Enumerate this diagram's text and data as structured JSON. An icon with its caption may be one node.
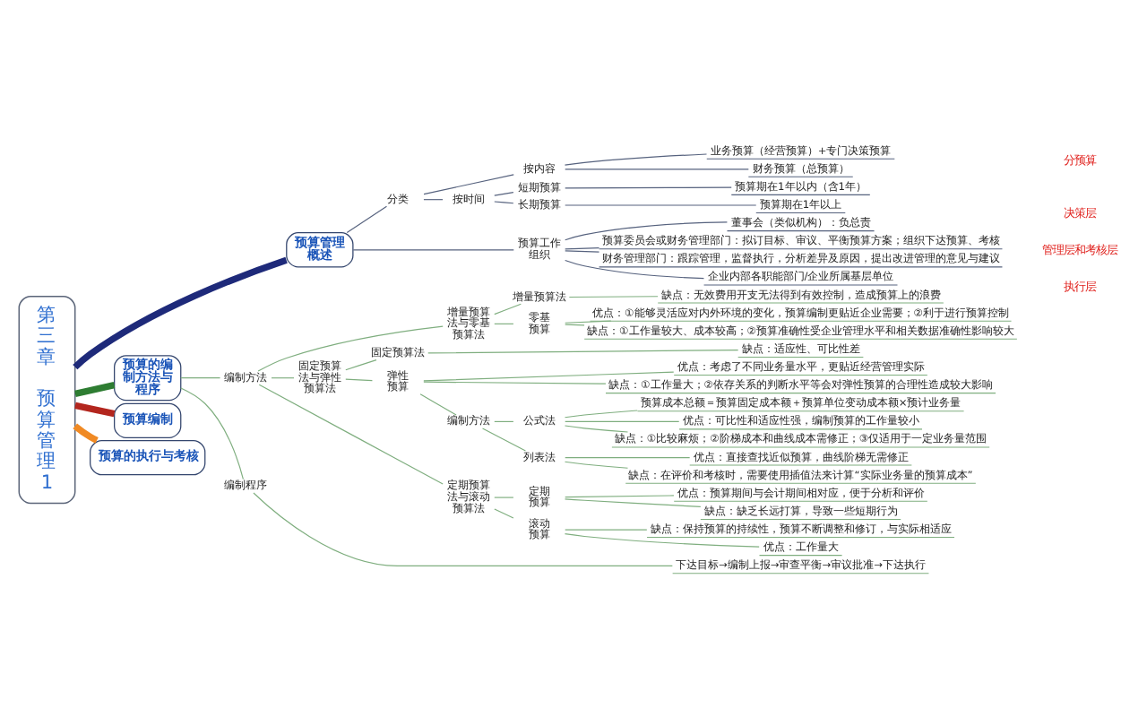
{
  "diagram": {
    "nodes": [
      {
        "text": [
          "第三章预算管理1"
        ]
      },
      {
        "text": [
          "预算管理概述"
        ]
      },
      {
        "text": [
          "分类"
        ]
      },
      {
        "text": [
          "按内容"
        ]
      },
      {
        "text": [
          "业务预算（经营预算）+专门决策预算"
        ]
      },
      {
        "text": [
          "财务预算（总预算）"
        ]
      },
      {
        "text": [
          "按时间"
        ]
      },
      {
        "text": [
          "短期预算"
        ]
      },
      {
        "text": [
          "预算期在1年以内（含1年）"
        ]
      },
      {
        "text": [
          "长期预算"
        ]
      },
      {
        "text": [
          "预算期在1年以上"
        ]
      },
      {
        "text": [
          "预算工作组织"
        ]
      },
      {
        "text": [
          "董事会（类似机构）：负总责"
        ]
      },
      {
        "text": [
          "预算委员会或财务管理部门：拟订目标、审议、平衡预算方案；组织下达预算、考核"
        ]
      },
      {
        "text": [
          "财务管理部门：跟踪管理，监督执行，分析差异及原因，提出改进管理的意见与建议"
        ]
      },
      {
        "text": [
          "企业内部各职能部门/企业所属基层单位"
        ]
      },
      {
        "text": [
          "预算的编制方法与程序"
        ]
      },
      {
        "text": [
          "编制方法"
        ]
      },
      {
        "text": [
          "增量预算法与零基预算法"
        ]
      },
      {
        "text": [
          "增量预算法"
        ]
      },
      {
        "text": [
          "缺点：无效费用开支无法得到有效控制，造成预算上的浪费"
        ]
      },
      {
        "text": [
          "零基预算"
        ]
      },
      {
        "text": [
          "优点：①能够灵活应对内外环境的变化，预算编制更贴近企业需要；②利于进行预算控制"
        ]
      },
      {
        "text": [
          "缺点：①工作量较大、成本较高；②预算准确性受企业管理水平和相关数据准确性影响较大"
        ]
      },
      {
        "text": [
          "固定预算法与弹性预算法"
        ]
      },
      {
        "text": [
          "固定预算法"
        ]
      },
      {
        "text": [
          "缺点：适应性、可比性差"
        ]
      },
      {
        "text": [
          "弹性预算"
        ]
      },
      {
        "text": [
          "优点：考虑了不同业务量水平，更贴近经营管理实际"
        ]
      },
      {
        "text": [
          "缺点：①工作量大；②依存关系的判断水平等会对弹性预算的合理性造成较大影响"
        ]
      },
      {
        "text": [
          "编制方法"
        ]
      },
      {
        "text": [
          "公式法"
        ]
      },
      {
        "text": [
          "预算成本总额＝预算固定成本额＋预算单位变动成本额×预计业务量"
        ]
      },
      {
        "text": [
          "优点：可比性和适应性强，编制预算的工作量较小"
        ]
      },
      {
        "text": [
          "缺点：①比较麻烦；②阶梯成本和曲线成本需修正；③仅适用于一定业务量范围"
        ]
      },
      {
        "text": [
          "列表法"
        ]
      },
      {
        "text": [
          "优点：直接查找近似预算，曲线阶梯无需修正"
        ]
      },
      {
        "text": [
          "缺点：在评价和考核时，需要使用插值法来计算“实际业务量的预算成本”"
        ]
      },
      {
        "text": [
          "定期预算法与滚动预算法"
        ]
      },
      {
        "text": [
          "定期预算"
        ]
      },
      {
        "text": [
          "优点：预算期间与会计期间相对应，便于分析和评价"
        ]
      },
      {
        "text": [
          "缺点：缺乏长远打算，导致一些短期行为"
        ]
      },
      {
        "text": [
          "滚动预算"
        ]
      },
      {
        "text": [
          "缺点：保持预算的持续性，预算不断调整和修订，与实际相适应"
        ]
      },
      {
        "text": [
          "优点：工作量大"
        ]
      },
      {
        "text": [
          "编制程序"
        ]
      },
      {
        "text": [
          "下达目标→编制上报→审查平衡→审议批准→下达执行"
        ]
      },
      {
        "text": [
          "预算编制"
        ]
      },
      {
        "text": [
          "预算的执行与考核"
        ]
      }
    ],
    "edges": [
      {
        "from": 0,
        "to": 1,
        "arrow": "none",
        "style": "thick",
        "color": "#1e2a7a"
      },
      {
        "from": 1,
        "to": 2,
        "arrow": "none",
        "color": "#56627e"
      },
      {
        "from": 2,
        "to": 3,
        "arrow": "none",
        "color": "#56627e"
      },
      {
        "from": 3,
        "to": 4,
        "arrow": "none",
        "color": "#56627e"
      },
      {
        "from": 3,
        "to": 5,
        "arrow": "none",
        "color": "#56627e"
      },
      {
        "from": 2,
        "to": 6,
        "arrow": "none",
        "color": "#56627e"
      },
      {
        "from": 6,
        "to": 7,
        "arrow": "none",
        "color": "#56627e"
      },
      {
        "from": 7,
        "to": 8,
        "arrow": "none",
        "color": "#56627e"
      },
      {
        "from": 6,
        "to": 9,
        "arrow": "none",
        "color": "#56627e"
      },
      {
        "from": 9,
        "to": 10,
        "arrow": "none",
        "color": "#56627e"
      },
      {
        "from": 1,
        "to": 11,
        "arrow": "none",
        "color": "#56627e"
      },
      {
        "from": 11,
        "to": 12,
        "arrow": "none",
        "color": "#56627e"
      },
      {
        "from": 11,
        "to": 13,
        "arrow": "none",
        "color": "#56627e"
      },
      {
        "from": 11,
        "to": 14,
        "arrow": "none",
        "color": "#56627e"
      },
      {
        "from": 11,
        "to": 15,
        "arrow": "none",
        "color": "#56627e"
      },
      {
        "from": 0,
        "to": 16,
        "arrow": "none",
        "style": "thick",
        "color": "#2e7d32"
      },
      {
        "from": 16,
        "to": 17,
        "arrow": "none"
      },
      {
        "from": 17,
        "to": 18,
        "arrow": "none"
      },
      {
        "from": 18,
        "to": 19,
        "arrow": "none"
      },
      {
        "from": 19,
        "to": 20,
        "arrow": "none"
      },
      {
        "from": 18,
        "to": 21,
        "arrow": "none"
      },
      {
        "from": 21,
        "to": 22,
        "arrow": "none"
      },
      {
        "from": 21,
        "to": 23,
        "arrow": "none"
      },
      {
        "from": 17,
        "to": 24,
        "arrow": "none"
      },
      {
        "from": 24,
        "to": 25,
        "arrow": "none"
      },
      {
        "from": 25,
        "to": 26,
        "arrow": "none"
      },
      {
        "from": 24,
        "to": 27,
        "arrow": "none"
      },
      {
        "from": 27,
        "to": 28,
        "arrow": "none"
      },
      {
        "from": 27,
        "to": 29,
        "arrow": "none"
      },
      {
        "from": 27,
        "to": 30,
        "arrow": "none"
      },
      {
        "from": 30,
        "to": 31,
        "arrow": "none"
      },
      {
        "from": 31,
        "to": 32,
        "arrow": "none"
      },
      {
        "from": 31,
        "to": 33,
        "arrow": "none"
      },
      {
        "from": 31,
        "to": 34,
        "arrow": "none"
      },
      {
        "from": 30,
        "to": 35,
        "arrow": "none"
      },
      {
        "from": 35,
        "to": 36,
        "arrow": "none"
      },
      {
        "from": 35,
        "to": 37,
        "arrow": "none"
      },
      {
        "from": 17,
        "to": 38,
        "arrow": "none"
      },
      {
        "from": 38,
        "to": 39,
        "arrow": "none"
      },
      {
        "from": 39,
        "to": 40,
        "arrow": "none"
      },
      {
        "from": 39,
        "to": 41,
        "arrow": "none"
      },
      {
        "from": 38,
        "to": 42,
        "arrow": "none"
      },
      {
        "from": 42,
        "to": 43,
        "arrow": "none"
      },
      {
        "from": 42,
        "to": 44,
        "arrow": "none"
      },
      {
        "from": 16,
        "to": 45,
        "arrow": "none"
      },
      {
        "from": 45,
        "to": 46,
        "arrow": "none"
      },
      {
        "from": 0,
        "to": 47,
        "arrow": "none",
        "style": "thick",
        "color": "#b3261e"
      },
      {
        "from": 0,
        "to": 48,
        "arrow": "none",
        "style": "thick",
        "color": "#f08a24"
      }
    ],
    "labels": [
      "分预算",
      "决策层",
      "管理层和考核层",
      "执行层"
    ]
  }
}
